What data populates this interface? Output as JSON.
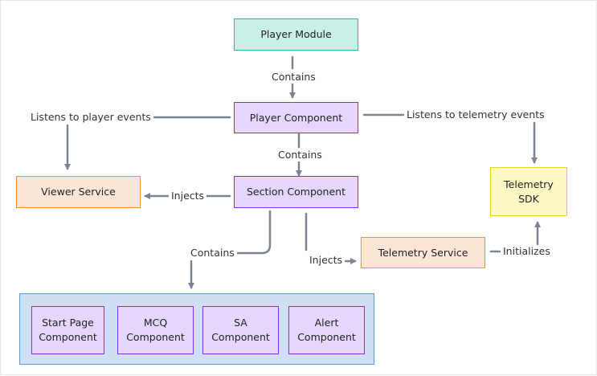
{
  "nodes": {
    "player_module": "Player Module",
    "player_component": "Player Component",
    "section_component": "Section Component",
    "viewer_service": "Viewer Service",
    "telemetry_sdk": {
      "line1": "Telemetry",
      "line2": "SDK"
    },
    "telemetry_service": "Telemetry Service",
    "start_page_component": {
      "line1": "Start Page",
      "line2": "Component"
    },
    "mcq_component": {
      "line1": "MCQ",
      "line2": "Component"
    },
    "sa_component": "SA Component",
    "alert_component": {
      "line1": "Alert",
      "line2": "Component"
    }
  },
  "edges": {
    "module_contains_player": "Contains",
    "player_listens_player_events": "Listens to player events",
    "player_listens_telemetry_events": "Listens to telemetry events",
    "player_contains_section": "Contains",
    "section_injects_viewer": "Injects",
    "section_contains_group": "Contains",
    "section_injects_telemetry_service": "Injects",
    "service_initializes_sdk": "Initializes"
  },
  "colors": {
    "edge": "#7a8493",
    "module_fill": "#c9efe9",
    "module_border": "#2bb59a",
    "component_fill": "#e4d7fb",
    "component_border": "#8a2be2",
    "service_fill": "#fbe5d6",
    "service_border": "#f0943a",
    "sdk_fill": "#fcf8c5",
    "sdk_border": "#e6d21c",
    "group_fill": "#cfe0f5",
    "group_border": "#5b9bd5"
  }
}
